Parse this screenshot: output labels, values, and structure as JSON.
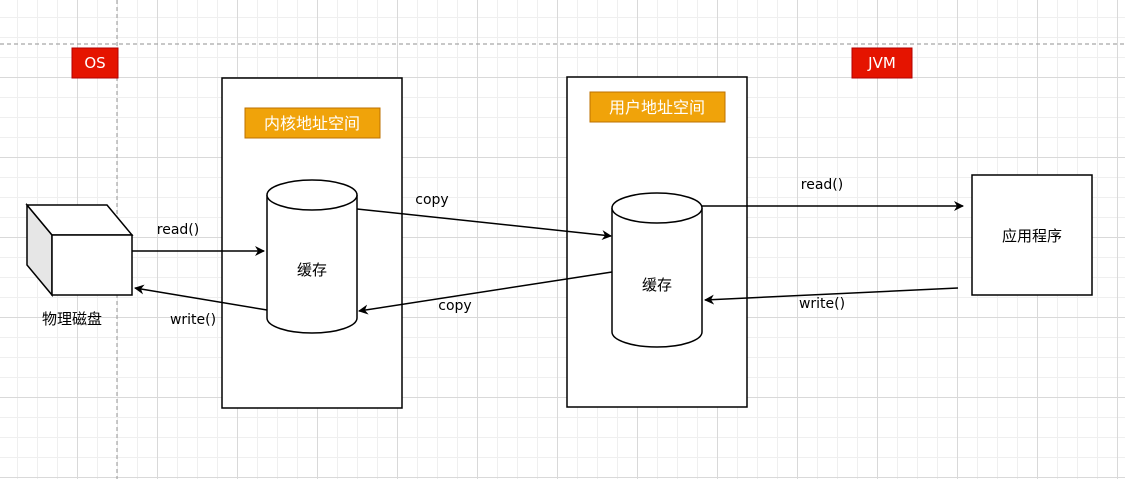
{
  "badges": {
    "os": "OS",
    "jvm": "JVM"
  },
  "kernel": {
    "title": "内核地址空间",
    "cache": "缓存"
  },
  "user": {
    "title": "用户地址空间",
    "cache": "缓存"
  },
  "disk": {
    "label": "物理磁盘"
  },
  "app": {
    "label": "应用程序"
  },
  "edges": {
    "disk_read": "read()",
    "disk_write": "write()",
    "kernel_to_user": "copy",
    "user_to_kernel": "copy",
    "app_read": "read()",
    "app_write": "write()"
  },
  "colors": {
    "badge": "#e51400",
    "title_fill": "#f0a30a",
    "title_border": "#bd7000",
    "stroke": "#000000"
  }
}
